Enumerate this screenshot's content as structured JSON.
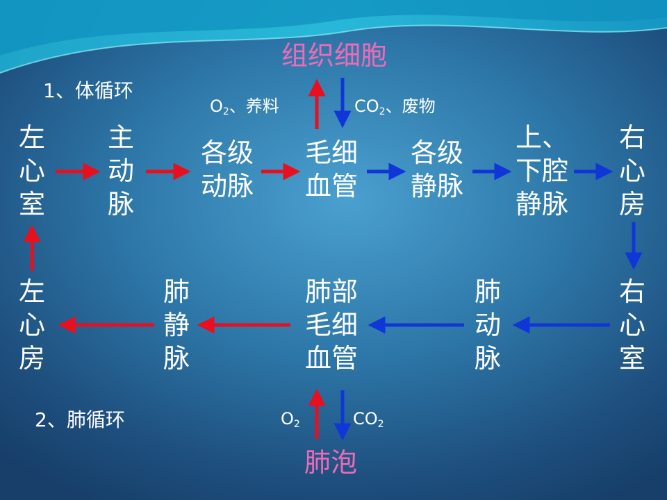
{
  "section1_title": "1、体循环",
  "section2_title": "2、肺循环",
  "systemic": {
    "target": "组织细胞",
    "up_label_main": "O",
    "up_label_sub": "2",
    "up_label_rest": "、养料",
    "down_label_main": "CO",
    "down_label_sub": "2",
    "down_label_rest": "、废物",
    "nodes": [
      {
        "text": "左\n心\n室"
      },
      {
        "text": "主\n动\n脉"
      },
      {
        "text": "各级\n动脉"
      },
      {
        "text": "毛细\n血管"
      },
      {
        "text": "各级\n静脉"
      },
      {
        "text": "上、\n下腔\n静脉"
      },
      {
        "text": "右\n心\n房"
      }
    ]
  },
  "pulmonary": {
    "target": "肺泡",
    "up_label_main": "O",
    "up_label_sub": "2",
    "down_label_main": "CO",
    "down_label_sub": "2",
    "nodes": [
      {
        "text": "左\n心\n房"
      },
      {
        "text": "肺\n静\n脉"
      },
      {
        "text": "肺部\n毛细\n血管"
      },
      {
        "text": "肺\n动\n脉"
      },
      {
        "text": "右\n心\n室"
      }
    ]
  },
  "colors": {
    "oxygenated_arrow": "#e80f1e",
    "deoxygenated_arrow": "#1036d8",
    "target_text": "#f06ab8"
  }
}
